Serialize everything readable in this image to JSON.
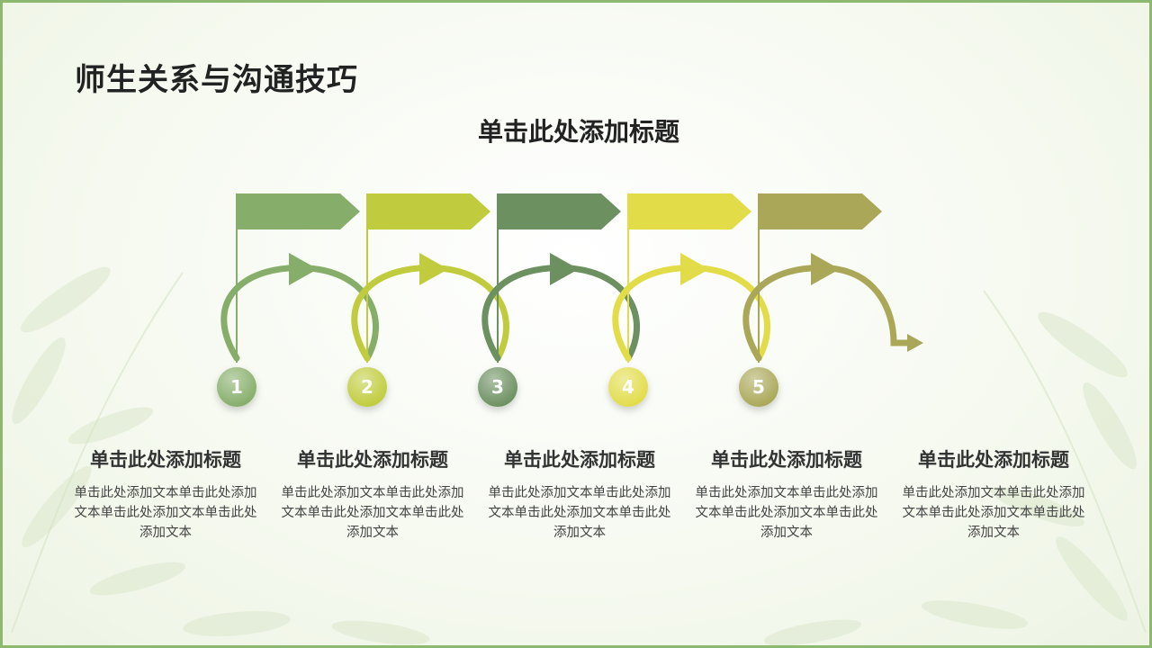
{
  "slide": {
    "title": "师生关系与沟通技巧",
    "subtitle": "单击此处添加标题"
  },
  "colors": {
    "border": "#8db86f",
    "step_colors": [
      "#86ae6a",
      "#c0cc3e",
      "#6c9060",
      "#e2dc48",
      "#aaa858"
    ]
  },
  "steps": [
    {
      "number": "1",
      "title": "单击此处添加标题",
      "text": "单击此处添加文本单击此处添加文本单击此处添加文本单击此处添加文本"
    },
    {
      "number": "2",
      "title": "单击此处添加标题",
      "text": "单击此处添加文本单击此处添加文本单击此处添加文本单击此处添加文本"
    },
    {
      "number": "3",
      "title": "单击此处添加标题",
      "text": "单击此处添加文本单击此处添加文本单击此处添加文本单击此处添加文本"
    },
    {
      "number": "4",
      "title": "单击此处添加标题",
      "text": "单击此处添加文本单击此处添加文本单击此处添加文本单击此处添加文本"
    },
    {
      "number": "5",
      "title": "单击此处添加标题",
      "text": "单击此处添加文本单击此处添加文本单击此处添加文本单击此处添加文本"
    }
  ]
}
